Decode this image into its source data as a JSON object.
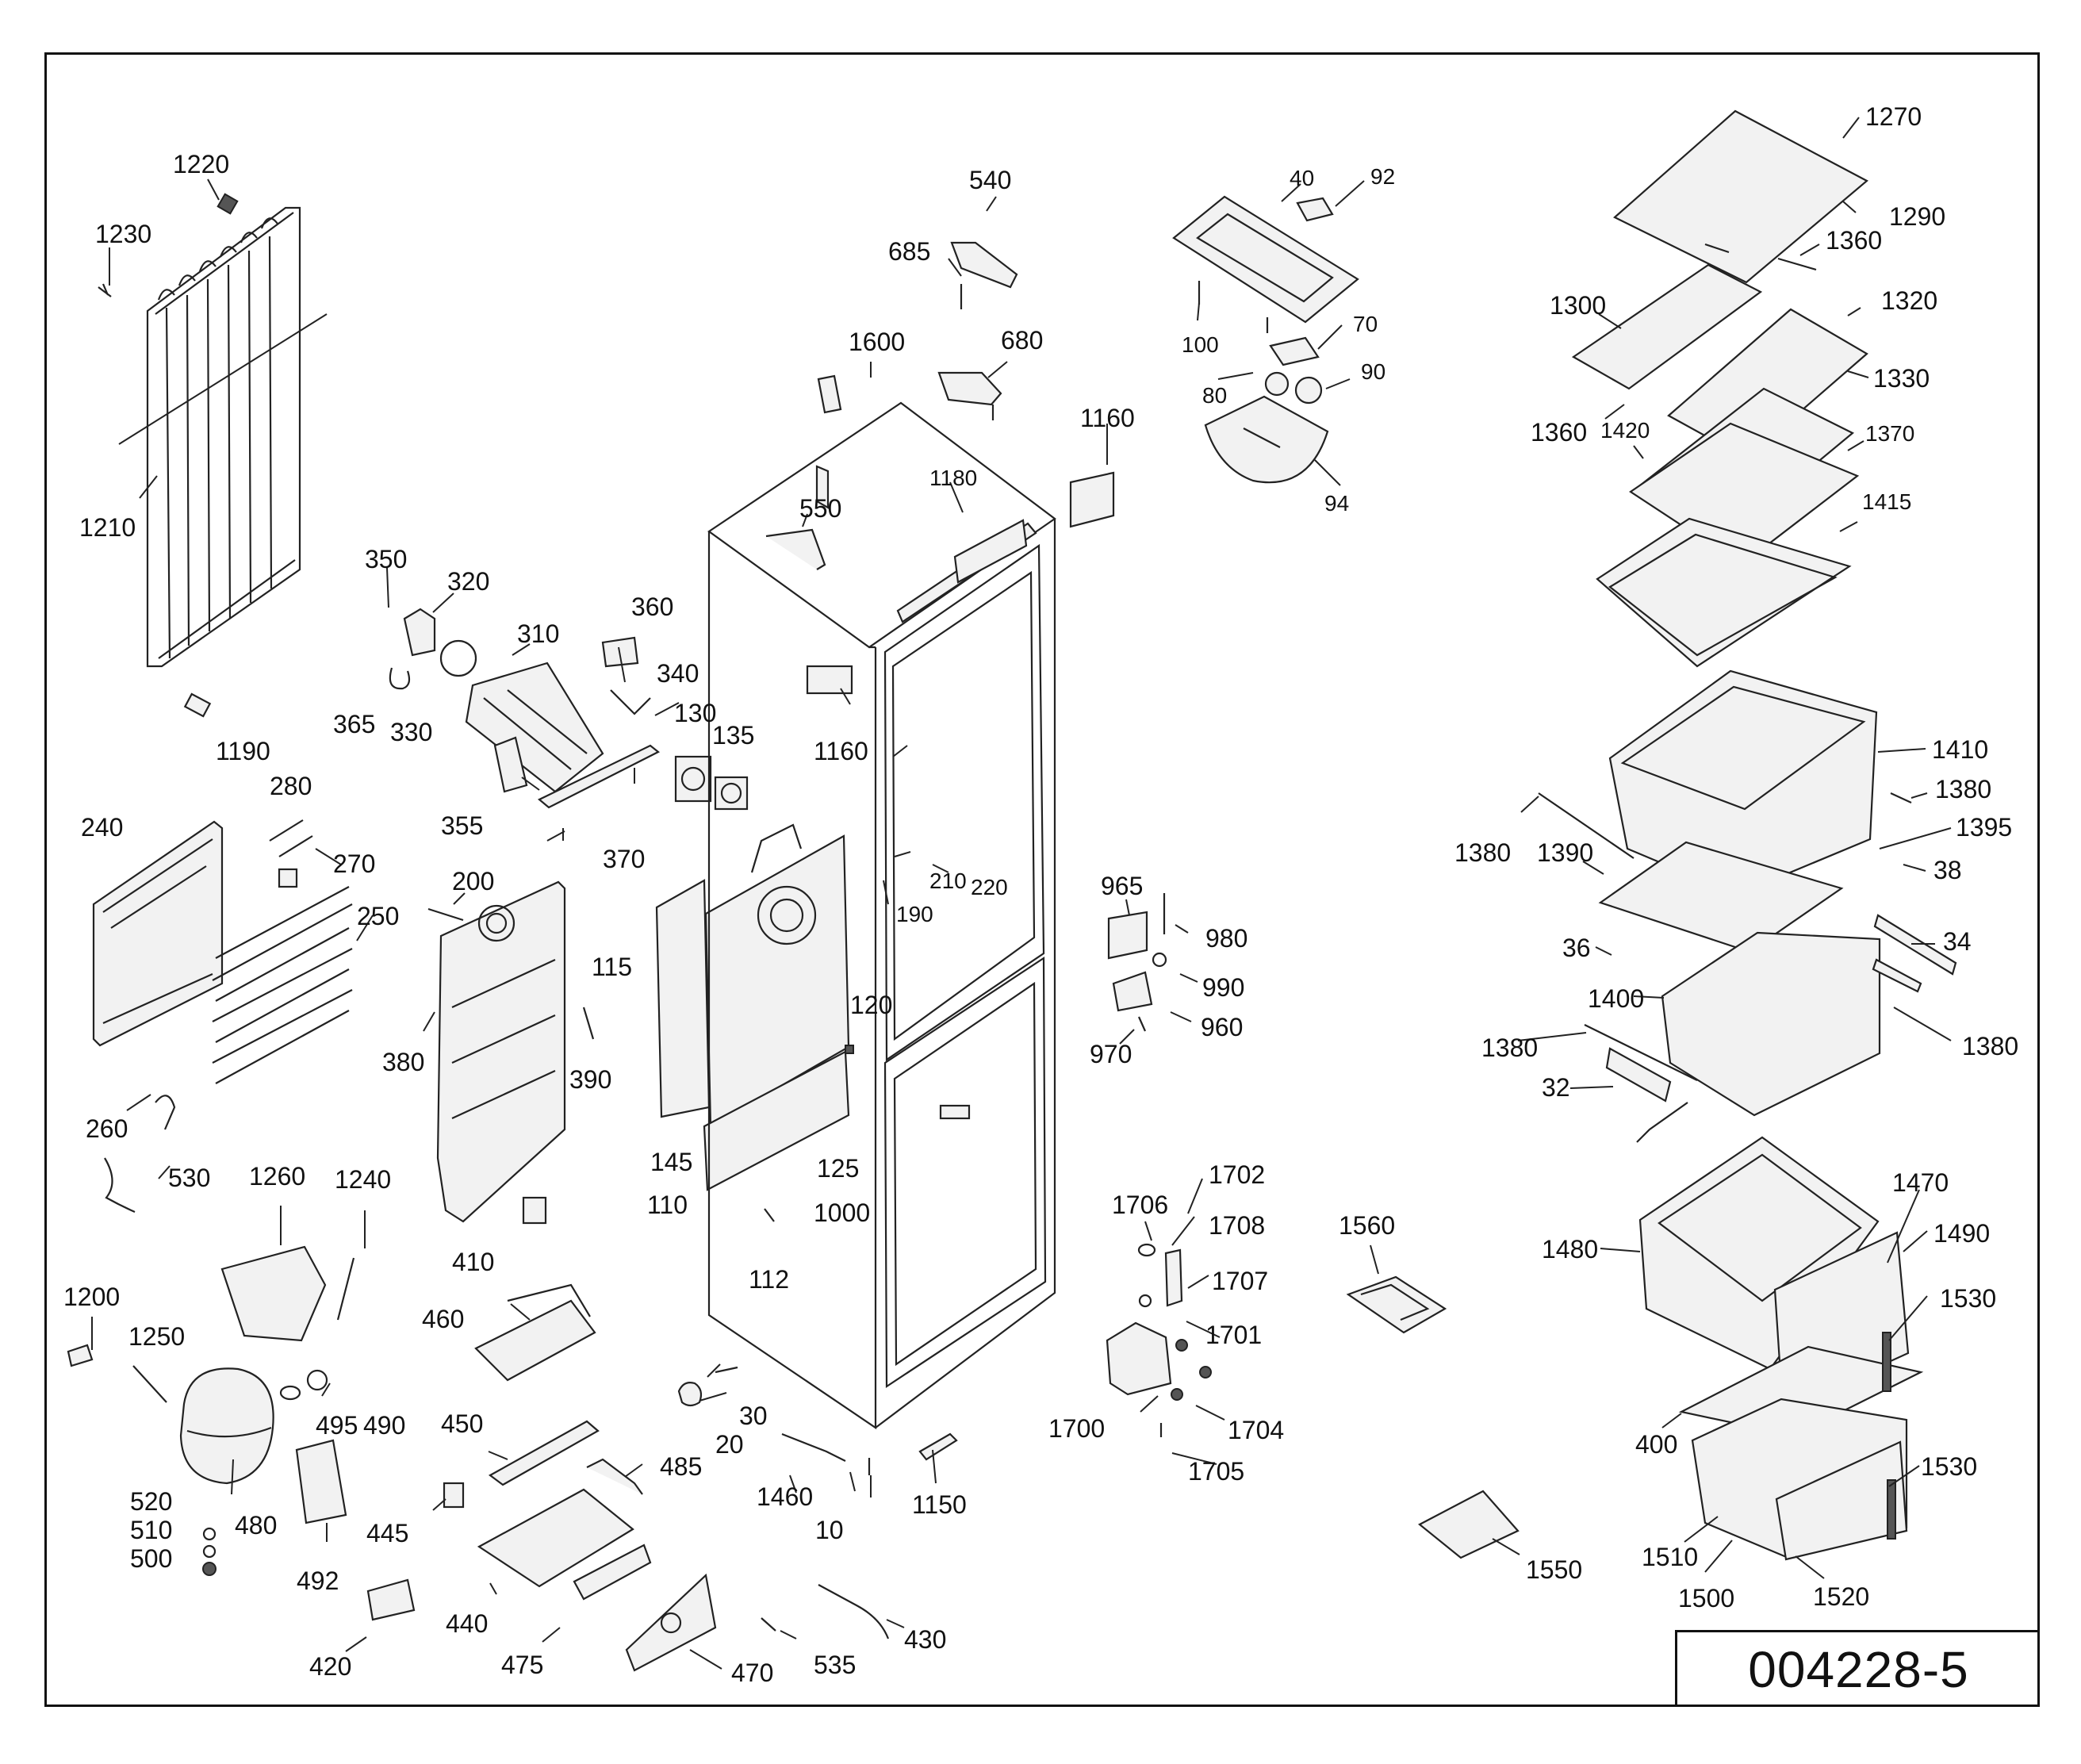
{
  "drawing_number": "004228-5",
  "callouts": [
    {
      "id": "1220",
      "text": "1220"
    },
    {
      "id": "1230",
      "text": "1230"
    },
    {
      "id": "1210",
      "text": "1210"
    },
    {
      "id": "1190",
      "text": "1190"
    },
    {
      "id": "350",
      "text": "350"
    },
    {
      "id": "320",
      "text": "320"
    },
    {
      "id": "310",
      "text": "310"
    },
    {
      "id": "360",
      "text": "360"
    },
    {
      "id": "340",
      "text": "340"
    },
    {
      "id": "365",
      "text": "365"
    },
    {
      "id": "330",
      "text": "330"
    },
    {
      "id": "130",
      "text": "130"
    },
    {
      "id": "135",
      "text": "135"
    },
    {
      "id": "355",
      "text": "355"
    },
    {
      "id": "370",
      "text": "370"
    },
    {
      "id": "240",
      "text": "240"
    },
    {
      "id": "280",
      "text": "280"
    },
    {
      "id": "270",
      "text": "270"
    },
    {
      "id": "250",
      "text": "250"
    },
    {
      "id": "260",
      "text": "260"
    },
    {
      "id": "200",
      "text": "200"
    },
    {
      "id": "380",
      "text": "380"
    },
    {
      "id": "390",
      "text": "390"
    },
    {
      "id": "115",
      "text": "115"
    },
    {
      "id": "145",
      "text": "145"
    },
    {
      "id": "110",
      "text": "110"
    },
    {
      "id": "125",
      "text": "125"
    },
    {
      "id": "120",
      "text": "120"
    },
    {
      "id": "1000",
      "text": "1000"
    },
    {
      "id": "112",
      "text": "112"
    },
    {
      "id": "410",
      "text": "410"
    },
    {
      "id": "530",
      "text": "530"
    },
    {
      "id": "1260",
      "text": "1260"
    },
    {
      "id": "1240",
      "text": "1240"
    },
    {
      "id": "1200",
      "text": "1200"
    },
    {
      "id": "1250",
      "text": "1250"
    },
    {
      "id": "495",
      "text": "495"
    },
    {
      "id": "490",
      "text": "490"
    },
    {
      "id": "520",
      "text": "520"
    },
    {
      "id": "510",
      "text": "510"
    },
    {
      "id": "500",
      "text": "500"
    },
    {
      "id": "480",
      "text": "480"
    },
    {
      "id": "492",
      "text": "492"
    },
    {
      "id": "460",
      "text": "460"
    },
    {
      "id": "450",
      "text": "450"
    },
    {
      "id": "445",
      "text": "445"
    },
    {
      "id": "485",
      "text": "485"
    },
    {
      "id": "440",
      "text": "440"
    },
    {
      "id": "420",
      "text": "420"
    },
    {
      "id": "475",
      "text": "475"
    },
    {
      "id": "470",
      "text": "470"
    },
    {
      "id": "535",
      "text": "535"
    },
    {
      "id": "430",
      "text": "430"
    },
    {
      "id": "30",
      "text": "30"
    },
    {
      "id": "20",
      "text": "20"
    },
    {
      "id": "1460",
      "text": "1460"
    },
    {
      "id": "10",
      "text": "10"
    },
    {
      "id": "1150",
      "text": "1150"
    },
    {
      "id": "540",
      "text": "540"
    },
    {
      "id": "685",
      "text": "685"
    },
    {
      "id": "1600",
      "text": "1600"
    },
    {
      "id": "680",
      "text": "680"
    },
    {
      "id": "1160a",
      "text": "1160"
    },
    {
      "id": "1180",
      "text": "1180"
    },
    {
      "id": "550",
      "text": "550"
    },
    {
      "id": "1160b",
      "text": "1160"
    },
    {
      "id": "190",
      "text": "190"
    },
    {
      "id": "210",
      "text": "210"
    },
    {
      "id": "220",
      "text": "220"
    },
    {
      "id": "40",
      "text": "40"
    },
    {
      "id": "92",
      "text": "92"
    },
    {
      "id": "100",
      "text": "100"
    },
    {
      "id": "70",
      "text": "70"
    },
    {
      "id": "80",
      "text": "80"
    },
    {
      "id": "90",
      "text": "90"
    },
    {
      "id": "94",
      "text": "94"
    },
    {
      "id": "965",
      "text": "965"
    },
    {
      "id": "980",
      "text": "980"
    },
    {
      "id": "990",
      "text": "990"
    },
    {
      "id": "960",
      "text": "960"
    },
    {
      "id": "970",
      "text": "970"
    },
    {
      "id": "1702",
      "text": "1702"
    },
    {
      "id": "1706",
      "text": "1706"
    },
    {
      "id": "1708",
      "text": "1708"
    },
    {
      "id": "1707",
      "text": "1707"
    },
    {
      "id": "1701",
      "text": "1701"
    },
    {
      "id": "1700",
      "text": "1700"
    },
    {
      "id": "1704",
      "text": "1704"
    },
    {
      "id": "1705",
      "text": "1705"
    },
    {
      "id": "1560",
      "text": "1560"
    },
    {
      "id": "1550",
      "text": "1550"
    },
    {
      "id": "1270",
      "text": "1270"
    },
    {
      "id": "1290",
      "text": "1290"
    },
    {
      "id": "1360a",
      "text": "1360"
    },
    {
      "id": "1300",
      "text": "1300"
    },
    {
      "id": "1320",
      "text": "1320"
    },
    {
      "id": "1330",
      "text": "1330"
    },
    {
      "id": "1360b",
      "text": "1360"
    },
    {
      "id": "1420",
      "text": "1420"
    },
    {
      "id": "1370",
      "text": "1370"
    },
    {
      "id": "1415",
      "text": "1415"
    },
    {
      "id": "1410",
      "text": "1410"
    },
    {
      "id": "1380a",
      "text": "1380"
    },
    {
      "id": "1395",
      "text": "1395"
    },
    {
      "id": "1380b",
      "text": "1380"
    },
    {
      "id": "1390",
      "text": "1390"
    },
    {
      "id": "38",
      "text": "38"
    },
    {
      "id": "36",
      "text": "36"
    },
    {
      "id": "34",
      "text": "34"
    },
    {
      "id": "1400",
      "text": "1400"
    },
    {
      "id": "1380c",
      "text": "1380"
    },
    {
      "id": "1380d",
      "text": "1380"
    },
    {
      "id": "32",
      "text": "32"
    },
    {
      "id": "1470",
      "text": "1470"
    },
    {
      "id": "1480",
      "text": "1480"
    },
    {
      "id": "1490",
      "text": "1490"
    },
    {
      "id": "1530a",
      "text": "1530"
    },
    {
      "id": "400",
      "text": "400"
    },
    {
      "id": "1530b",
      "text": "1530"
    },
    {
      "id": "1510",
      "text": "1510"
    },
    {
      "id": "1500",
      "text": "1500"
    },
    {
      "id": "1520",
      "text": "1520"
    }
  ]
}
